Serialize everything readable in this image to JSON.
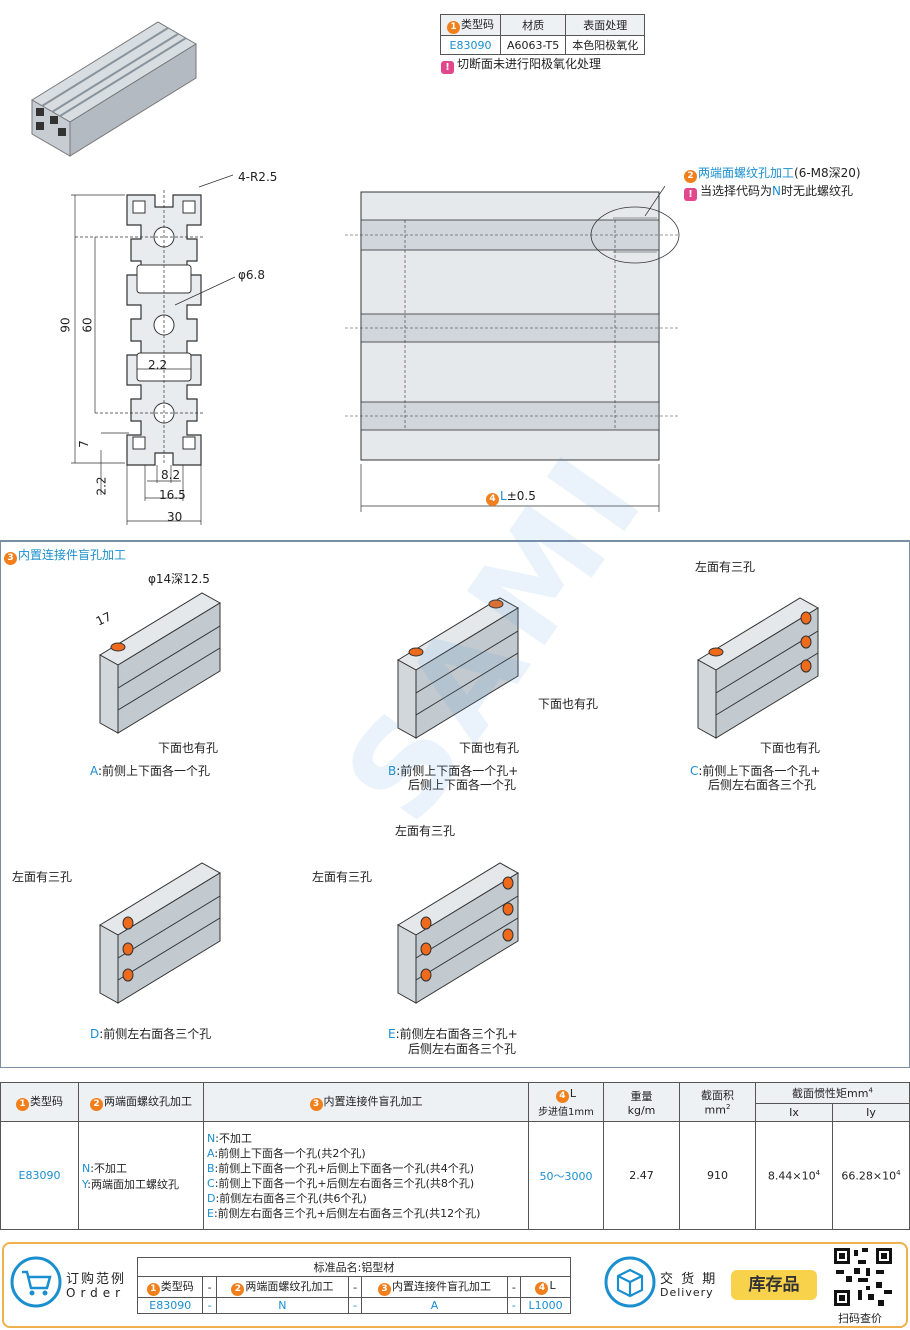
{
  "spec_table": {
    "headers": [
      "类型码",
      "材质",
      "表面处理"
    ],
    "row": [
      "E83090",
      "A6063-T5",
      "本色阳极氧化"
    ],
    "note": "切断面未进行阳极氧化处理"
  },
  "drawing": {
    "r_label": "4-R2.5",
    "hole_label": "φ6.8",
    "dim_90": "90",
    "dim_60": "60",
    "dim_7": "7",
    "dim_22_left": "2.2",
    "dim_22_inner": "2.2",
    "dim_82": "8.2",
    "dim_165": "16.5",
    "dim_30": "30",
    "thread_label": "两端面螺纹孔加工",
    "thread_spec": "(6-M8深20)",
    "thread_note_prefix": "当选择代码为",
    "thread_note_code": "N",
    "thread_note_suffix": "时无此螺纹孔",
    "length_label": "L",
    "length_tol": "±0.5"
  },
  "section3": {
    "title": "内置连接件盲孔加工",
    "dia_label": "φ14深12.5",
    "dim_17": "17",
    "below_also": "下面也有孔",
    "left_three": "左面有三孔",
    "options": [
      {
        "code": "A",
        "desc": ":前侧上下面各一个孔",
        "desc2": ""
      },
      {
        "code": "B",
        "desc": ":前侧上下面各一个孔+",
        "desc2": "后侧上下面各一个孔"
      },
      {
        "code": "C",
        "desc": ":前侧上下面各一个孔+",
        "desc2": "后侧左右面各三个孔"
      },
      {
        "code": "D",
        "desc": ":前侧左右面各三个孔",
        "desc2": ""
      },
      {
        "code": "E",
        "desc": ":前侧左右面各三个孔+",
        "desc2": "后侧左右面各三个孔"
      }
    ]
  },
  "main_table": {
    "h_type": "类型码",
    "h_thread": "两端面螺纹孔加工",
    "h_blind": "内置连接件盲孔加工",
    "h_L": "L",
    "h_L_sub": "步进值1mm",
    "h_weight": "重量",
    "h_weight_unit": "kg/m",
    "h_area": "截面积",
    "h_area_unit": "mm",
    "h_inertia": "截面惯性矩mm",
    "h_ix": "Ix",
    "h_iy": "Iy",
    "type": "E83090",
    "thread_opts": [
      {
        "code": "N",
        "text": ":不加工"
      },
      {
        "code": "Y",
        "text": ":两端面加工螺纹孔"
      }
    ],
    "blind_opts": [
      {
        "code": "N",
        "text": ":不加工"
      },
      {
        "code": "A",
        "text": ":前侧上下面各一个孔(共2个孔)"
      },
      {
        "code": "B",
        "text": ":前侧上下面各一个孔+后侧上下面各一个孔(共4个孔)"
      },
      {
        "code": "C",
        "text": ":前侧上下面各一个孔+后侧左右面各三个孔(共8个孔)"
      },
      {
        "code": "D",
        "text": ":前侧左右面各三个孔(共6个孔)"
      },
      {
        "code": "E",
        "text": ":前侧左右面各三个孔+后侧左右面各三个孔(共12个孔)"
      }
    ],
    "L_range": "50～3000",
    "weight": "2.47",
    "area": "910",
    "ix": "8.44×10",
    "iy": "66.28×10",
    "exp": "4"
  },
  "order": {
    "title_cn": "订购范例",
    "title_en": "Order",
    "std_name": "标准品名:铝型材",
    "headers": [
      "类型码",
      "-",
      "两端面螺纹孔加工",
      "-",
      "内置连接件盲孔加工",
      "-",
      "L"
    ],
    "values": [
      "E83090",
      "-",
      "N",
      "-",
      "A",
      "-",
      "L1000"
    ],
    "delivery_cn": "交 货 期",
    "delivery_en": "Delivery",
    "stock": "库存品",
    "qr_label": "扫码查价"
  },
  "watermark": "SAMI"
}
